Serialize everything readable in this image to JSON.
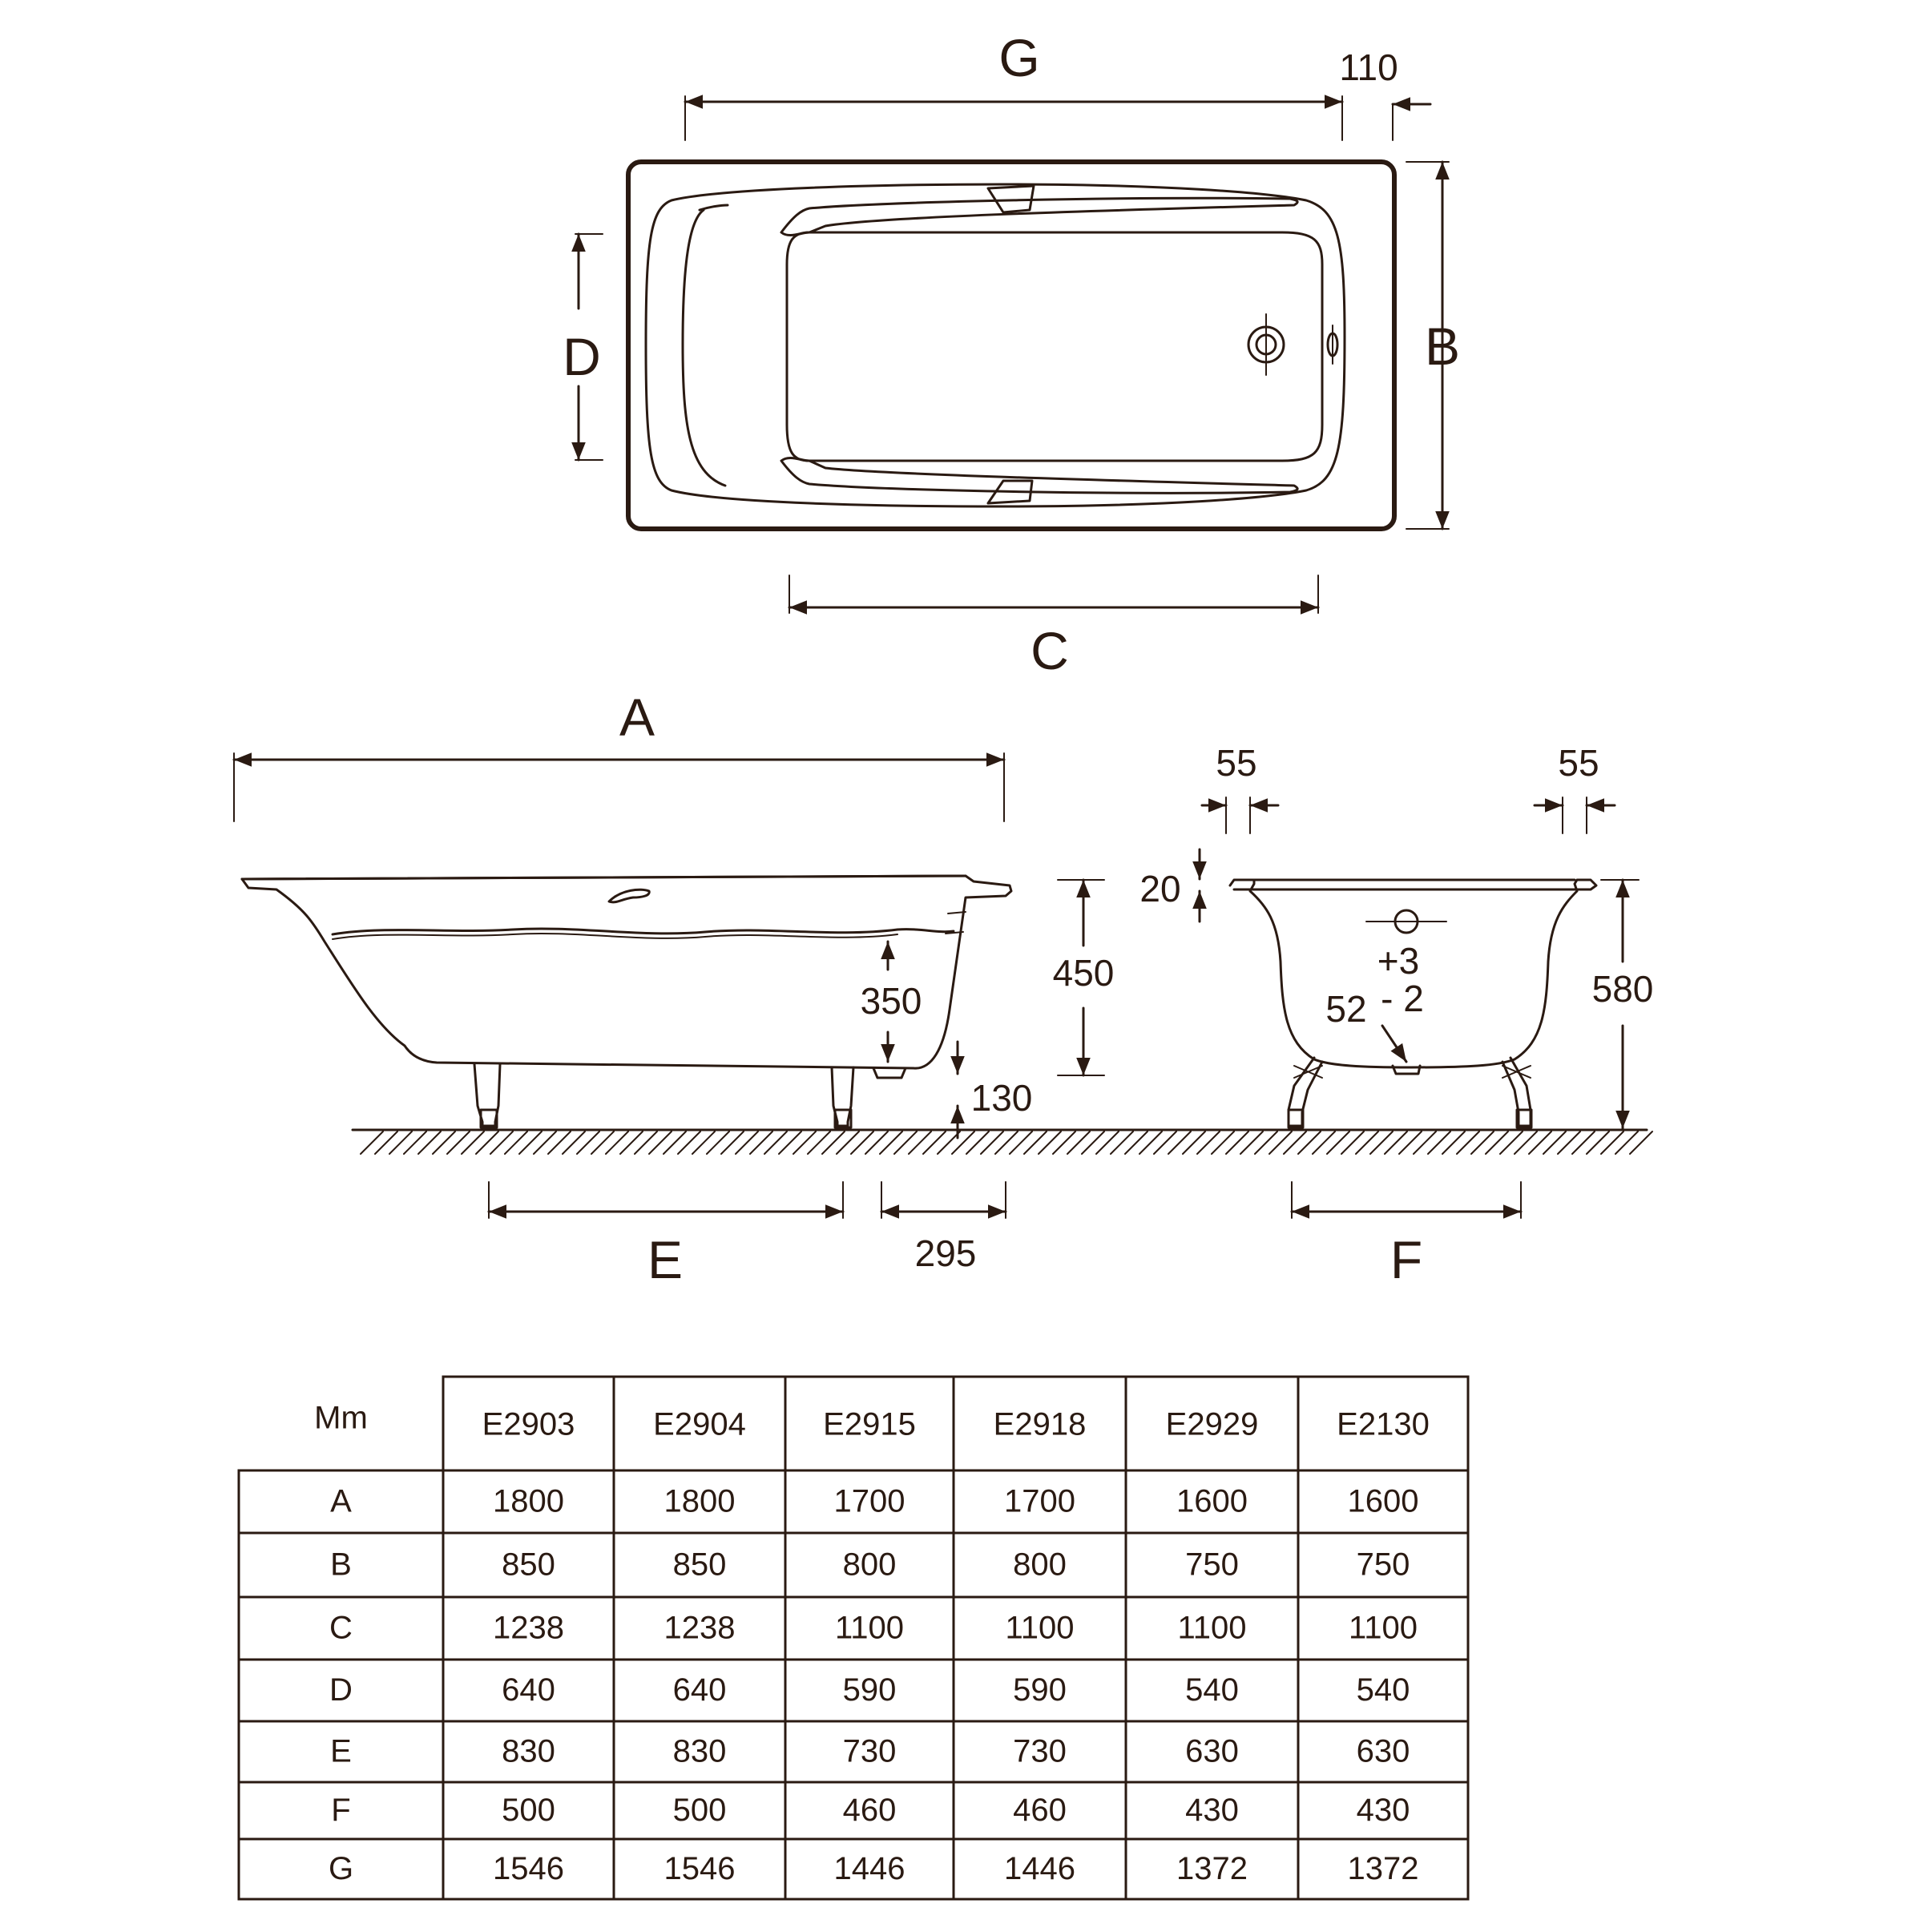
{
  "labels": {
    "G": "G",
    "B": "B",
    "D": "D",
    "C": "C",
    "A": "A",
    "E": "E",
    "F": "F",
    "dim_110": "110",
    "dim_55_left": "55",
    "dim_55_right": "55",
    "dim_20": "20",
    "dim_450": "450",
    "dim_350": "350",
    "dim_130": "130",
    "dim_295": "295",
    "dim_580": "580",
    "dim_52": "52",
    "tol_plus": "+3",
    "tol_minus": "- 2"
  },
  "table": {
    "corner": "Mm",
    "models": [
      "E2903",
      "E2904",
      "E2915",
      "E2918",
      "E2929",
      "E2130"
    ],
    "rows": [
      {
        "key": "A",
        "values": [
          "1800",
          "1800",
          "1700",
          "1700",
          "1600",
          "1600"
        ]
      },
      {
        "key": "B",
        "values": [
          "850",
          "850",
          "800",
          "800",
          "750",
          "750"
        ]
      },
      {
        "key": "C",
        "values": [
          "1238",
          "1238",
          "1100",
          "1100",
          "1100",
          "1100"
        ]
      },
      {
        "key": "D",
        "values": [
          "640",
          "640",
          "590",
          "590",
          "540",
          "540"
        ]
      },
      {
        "key": "E",
        "values": [
          "830",
          "830",
          "730",
          "730",
          "630",
          "630"
        ]
      },
      {
        "key": "F",
        "values": [
          "500",
          "500",
          "460",
          "460",
          "430",
          "430"
        ]
      },
      {
        "key": "G",
        "values": [
          "1546",
          "1546",
          "1446",
          "1446",
          "1372",
          "1372"
        ]
      }
    ]
  }
}
